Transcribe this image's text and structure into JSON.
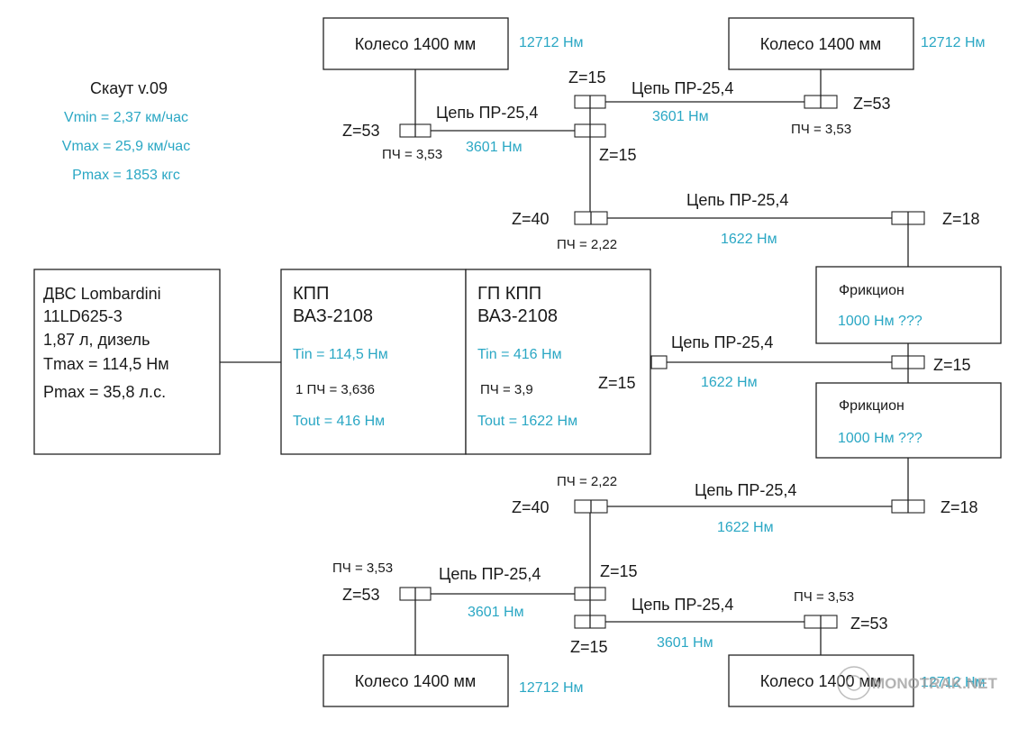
{
  "colors": {
    "line": "#222222",
    "text": "#1a1a1a",
    "accent_blue": "#2aa7c4",
    "background": "#ffffff"
  },
  "info": {
    "title": "Скаут v.09",
    "vmin": "Vmin = 2,37 км/час",
    "vmax": "Vmax = 25,9 км/час",
    "pmax": "Pmax = 1853 кгс"
  },
  "engine": {
    "line1": "ДВС Lombardini",
    "line2": "11LD625-3",
    "line3": "1,87 л, дизель",
    "line4": "Tmax = 114,5 Нм",
    "line5": "Pmax = 35,8 л.с."
  },
  "kpp": {
    "title1": "КПП",
    "title2": "ВАЗ-2108",
    "tin": "Tin = 114,5 Нм",
    "ratio": "1 ПЧ = 3,636",
    "tout": "Tout = 416 Нм"
  },
  "gp_kpp": {
    "title1": "ГП КПП",
    "title2": "ВАЗ-2108",
    "tin": "Tin = 416 Нм",
    "ratio": "ПЧ = 3,9",
    "tout": "Tout = 1622 Нм"
  },
  "friction_top": {
    "label": "Фрикцион",
    "torque": "1000 Нм ???"
  },
  "friction_bottom": {
    "label": "Фрикцион",
    "torque": "1000 Нм ???"
  },
  "wheels": {
    "top_left": {
      "label": "Колесо 1400 мм",
      "torque": "12712 Нм"
    },
    "top_right": {
      "label": "Колесо 1400 мм",
      "torque": "12712 Нм"
    },
    "bottom_left": {
      "label": "Колесо 1400 мм",
      "torque": "12712 Нм"
    },
    "bottom_right": {
      "label": "Колесо 1400 мм",
      "torque": "12712 Нм"
    }
  },
  "chains": {
    "c1": {
      "label": "Цепь ПР-25,4",
      "torque": "3601 Нм"
    },
    "c2": {
      "label": "Цепь ПР-25,4",
      "torque": "3601 Нм"
    },
    "c3": {
      "label": "Цепь ПР-25,4",
      "torque": "1622 Нм"
    },
    "c4": {
      "label": "Цепь ПР-25,4",
      "torque": "1622 Нм"
    },
    "c5": {
      "label": "Цепь ПР-25,4",
      "torque": "1622 Нм"
    },
    "c6": {
      "label": "Цепь ПР-25,4",
      "torque": "3601 Нм"
    },
    "c7": {
      "label": "Цепь ПР-25,4",
      "torque": "3601 Нм"
    }
  },
  "sprockets": {
    "z53_tl": "Z=53",
    "z15_top1": "Z=15",
    "z15_top2": "Z=15",
    "z53_tr": "Z=53",
    "z40_top": "Z=40",
    "z18_top": "Z=18",
    "z15_gp": "Z=15",
    "z15_mid": "Z=15",
    "z40_bot": "Z=40",
    "z18_bot": "Z=18",
    "z53_bl": "Z=53",
    "z15_bot1": "Z=15",
    "z15_bot2": "Z=15",
    "z53_br": "Z=53"
  },
  "ratios": {
    "pch_tl": "ПЧ = 3,53",
    "pch_tr": "ПЧ = 3,53",
    "pch_top": "ПЧ = 2,22",
    "pch_bot": "ПЧ = 2,22",
    "pch_bl": "ПЧ = 3,53",
    "pch_br": "ПЧ = 3,53"
  },
  "watermark": {
    "text": "MONOTRAK.NET"
  }
}
